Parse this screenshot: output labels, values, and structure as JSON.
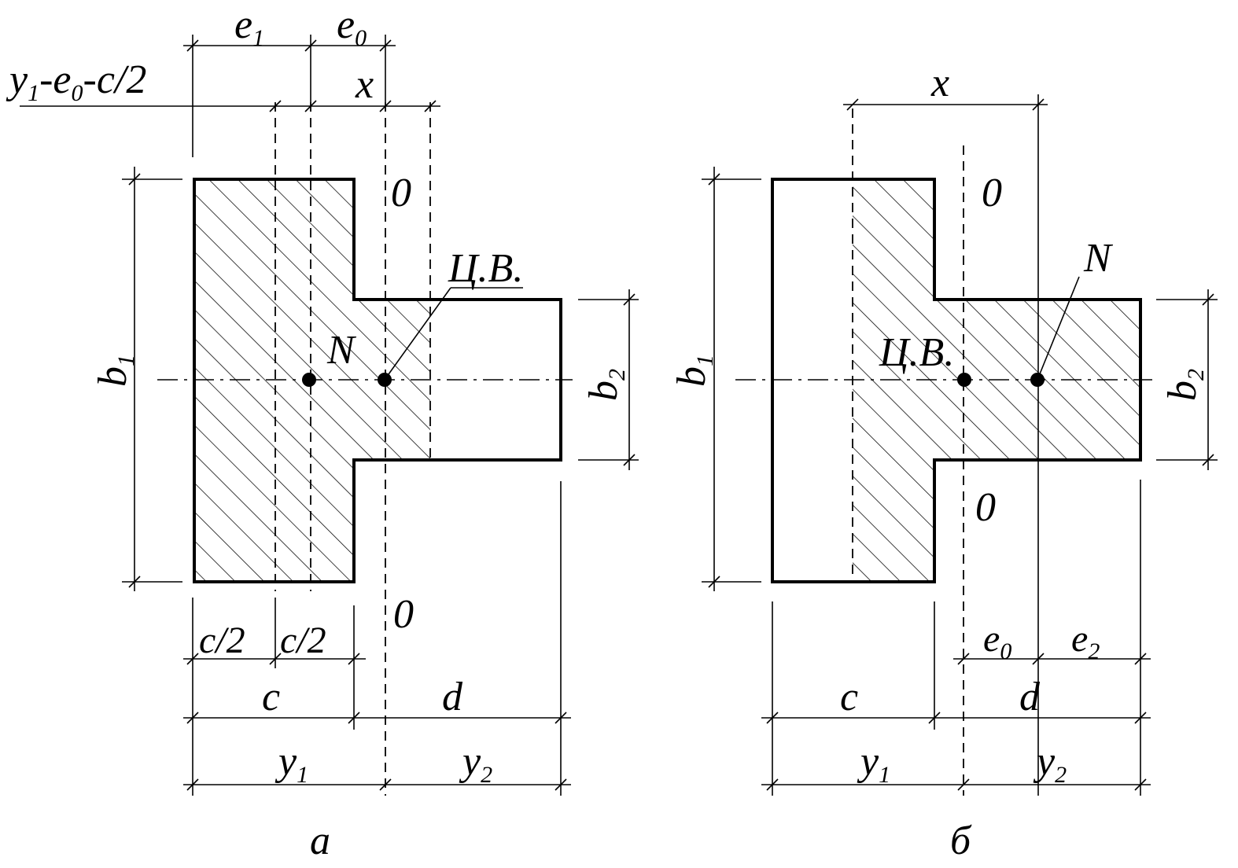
{
  "figure": {
    "a": {
      "caption": "а",
      "dims": {
        "e1": {
          "main": "e",
          "sub": "1"
        },
        "e0": {
          "main": "e",
          "sub": "0"
        },
        "expr": {
          "p1": "y",
          "s1": "1",
          "p2": "-e",
          "s2": "0",
          "p3": "-c/2"
        },
        "x": "x",
        "b1": {
          "main": "b",
          "sub": "1"
        },
        "b2": {
          "main": "b",
          "sub": "2"
        },
        "c_half_left": "c/2",
        "c_half_right": "c/2",
        "c": "c",
        "d": "d",
        "y1": {
          "main": "y",
          "sub": "1"
        },
        "y2": {
          "main": "y",
          "sub": "2"
        }
      },
      "axis_top": "0",
      "axis_bottom": "0",
      "cv_label": "Ц.В.",
      "n_label": "N"
    },
    "b": {
      "caption": "б",
      "dims": {
        "x": "x",
        "b1": {
          "main": "b",
          "sub": "1"
        },
        "b2": {
          "main": "b",
          "sub": "2"
        },
        "e0": {
          "main": "e",
          "sub": "0"
        },
        "e2": {
          "main": "e",
          "sub": "2"
        },
        "c": "c",
        "d": "d",
        "y1": {
          "main": "y",
          "sub": "1"
        },
        "y2": {
          "main": "y",
          "sub": "2"
        }
      },
      "axis_top": "0",
      "axis_bottom": "0",
      "cv_label": "Ц.В.",
      "n_label": "N"
    }
  }
}
